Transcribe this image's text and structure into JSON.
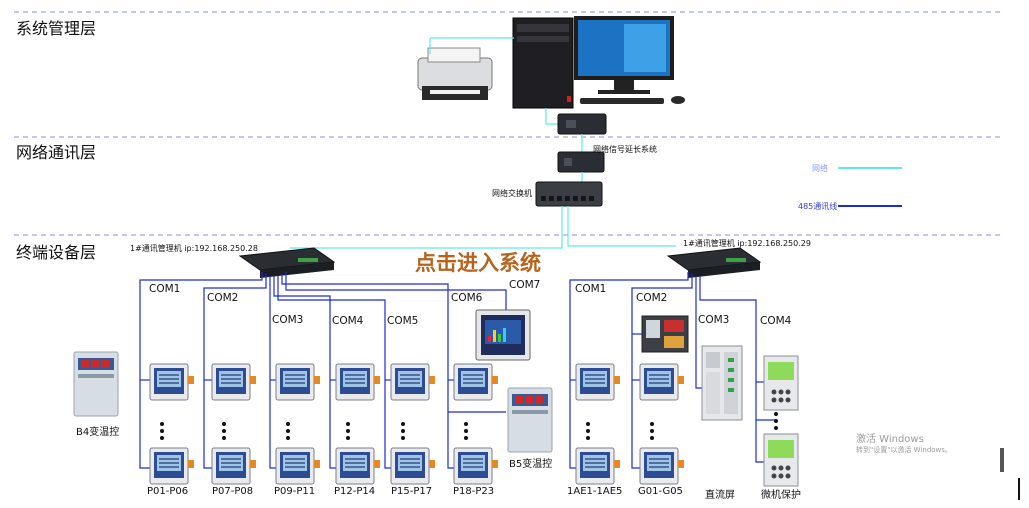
{
  "layers": {
    "system": "系统管理层",
    "network": "网络通讯层",
    "terminal": "终端设备层"
  },
  "network": {
    "extender_label": "网络信号延长系统",
    "switch_label": "网络交换机"
  },
  "legend": {
    "network_line": "网络",
    "rs485_line": "485通讯线",
    "network_color": "#62e6ee",
    "rs485_color": "#1d2bd6"
  },
  "cta": {
    "label": "点击进入系统"
  },
  "managers": {
    "left": "1#通讯管理机 ip:192.168.250.28",
    "right": "1#通讯管理机 ip:192.168.250.29"
  },
  "com_ports": {
    "left": [
      "COM1",
      "COM2",
      "COM3",
      "COM4",
      "COM5",
      "COM6",
      "COM7"
    ],
    "right": [
      "COM1",
      "COM2",
      "COM3",
      "COM4"
    ]
  },
  "devices": {
    "b4": "B4变温控",
    "b5": "B5变温控",
    "groups_left": [
      "P01-P06",
      "P07-P08",
      "P09-P11",
      "P12-P14",
      "P15-P17",
      "P18-P23"
    ],
    "groups_right": [
      "1AE1-1AE5",
      "G01-G05"
    ],
    "dc_panel": "直流屏",
    "protection": "微机保护"
  },
  "watermark": {
    "line1": "激活 Windows",
    "line2": "转到\"设置\"以激活 Windows。"
  }
}
